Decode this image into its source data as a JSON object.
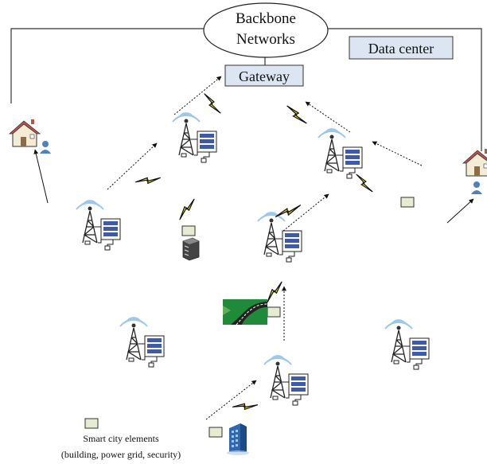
{
  "backbone": {
    "line1": "Backbone",
    "line2": "Networks"
  },
  "data_center": {
    "label": "Data center"
  },
  "gateway": {
    "label": "Gateway"
  },
  "legend": {
    "title": "Smart city elements",
    "subtitle": "(building, power grid, security)"
  },
  "colors": {
    "box_fill": "#dce6f2",
    "box_stroke": "#333333",
    "bolt": "#f2e600",
    "element_fill": "#e6ecd2",
    "wave": "#9ec8ea",
    "panel": "#3f5aa8",
    "house_roof": "#c0504d",
    "person": "#4f81bd"
  },
  "icons": [
    "tower-icon",
    "solar-panel-icon",
    "house-icon",
    "person-icon",
    "lightning-icon",
    "server-icon",
    "road-icon",
    "building-icon",
    "sensor-box-icon"
  ]
}
